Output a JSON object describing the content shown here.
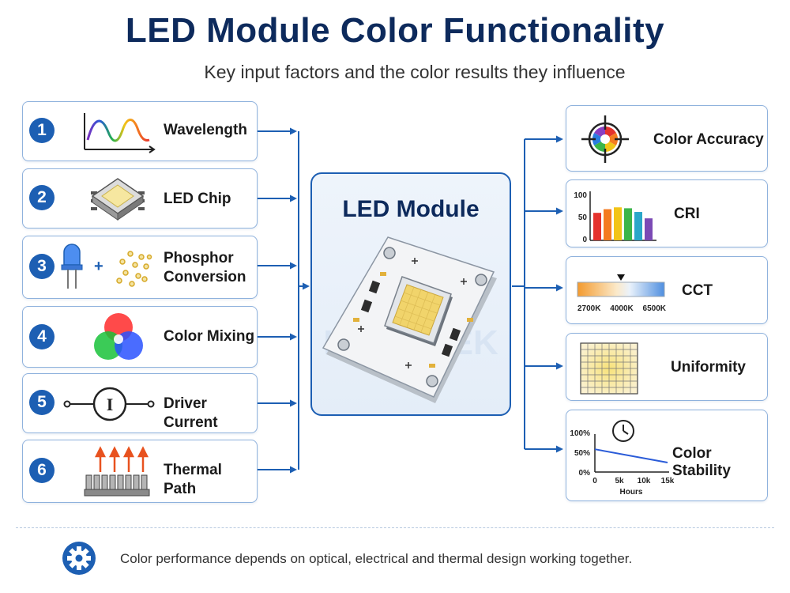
{
  "header": {
    "title": "LED Module Color Functionality",
    "subtitle": "Key input factors and the color results they influence"
  },
  "inputs": [
    {
      "number": "1",
      "label": "Wavelength",
      "icon": "spectrum-wave-icon"
    },
    {
      "number": "2",
      "label": "LED Chip",
      "icon": "led-chip-icon"
    },
    {
      "number": "3",
      "label": "Phosphor\nConversion",
      "icon": "led-plus-phosphor-icon"
    },
    {
      "number": "4",
      "label": "Color Mixing",
      "icon": "rgb-venn-icon"
    },
    {
      "number": "5",
      "label": "Driver Current",
      "icon": "current-symbol-icon"
    },
    {
      "number": "6",
      "label": "Thermal Path",
      "icon": "heatsink-icon"
    }
  ],
  "center": {
    "title": "LED Module",
    "watermark": "KINGLTEK"
  },
  "outputs": [
    {
      "label": "Color Accuracy",
      "icon": "color-target-icon"
    },
    {
      "label": "CRI",
      "icon": "cri-bar-chart-icon"
    },
    {
      "label": "CCT",
      "icon": "cct-gradient-icon"
    },
    {
      "label": "Uniformity",
      "icon": "uniformity-grid-icon"
    },
    {
      "label": "Color Stability",
      "icon": "stability-chart-icon"
    }
  ],
  "cri_chart": {
    "y_ticks": [
      "100",
      "50",
      "0"
    ],
    "values": [
      60,
      68,
      72,
      70,
      62,
      48
    ],
    "colors": [
      "#e5322d",
      "#f47b20",
      "#f2c418",
      "#3bb54a",
      "#2aa7c9",
      "#7b4ab5"
    ]
  },
  "cct_scale": {
    "labels": [
      "2700K",
      "4000K",
      "6500K"
    ],
    "marker_fraction": 0.5
  },
  "stability_chart": {
    "y_ticks": [
      "100%",
      "50%",
      "0%"
    ],
    "x_ticks": [
      "0",
      "5k",
      "10k",
      "15k"
    ],
    "x_label": "Hours",
    "line": [
      {
        "hours": 0,
        "pct": 60
      },
      {
        "hours": 15000,
        "pct": 25
      }
    ]
  },
  "footer": {
    "text": "Color performance depends on optical, electrical and thermal design working together.",
    "icon": "gear-icon"
  },
  "colors": {
    "title": "#0d2a5c",
    "accent": "#1d5fb3",
    "card_border": "#8fb2dd"
  }
}
